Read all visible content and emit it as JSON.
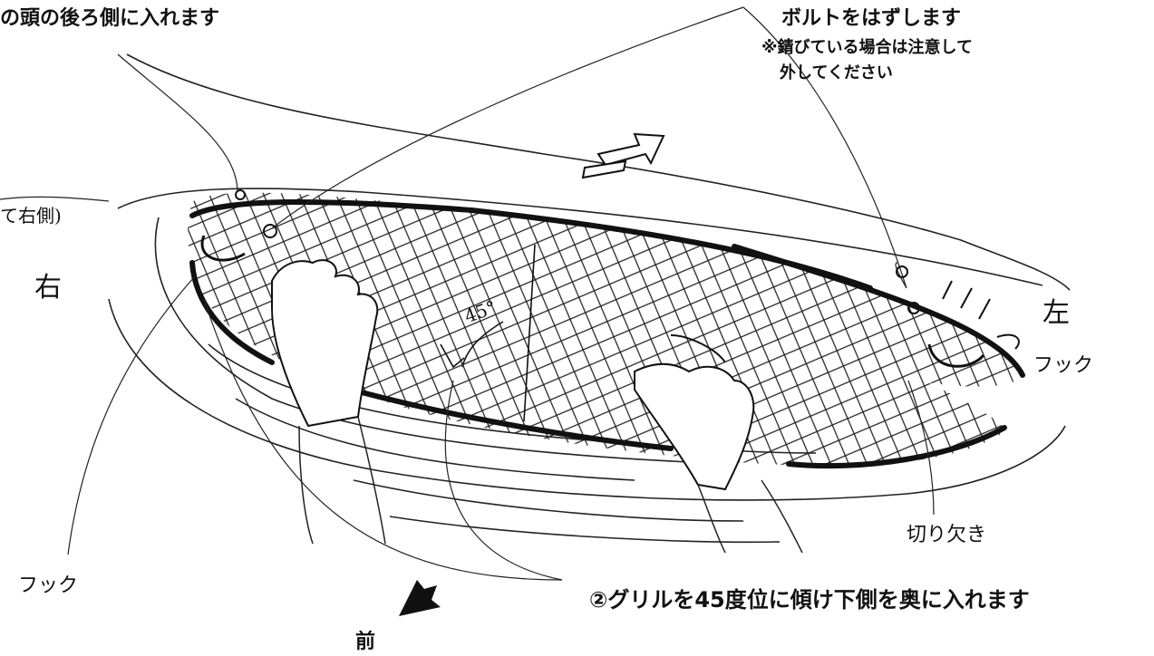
{
  "labels": {
    "top_left_instruction": "の頭の後ろ側に入れます",
    "bolt_remove": "ボルトをはずします",
    "rust_caution_line1": "※錆びている場合は注意して",
    "rust_caution_line2": "外してください",
    "right_side_note": "て右側)",
    "right": "右",
    "left": "左",
    "hook_right": "フック",
    "hook_left": "フック",
    "cutout": "切り欠き",
    "tilt_instruction": "②グリルを45度位に傾け下側を奥に入れます",
    "front": "前",
    "angle_mark": "45°"
  }
}
